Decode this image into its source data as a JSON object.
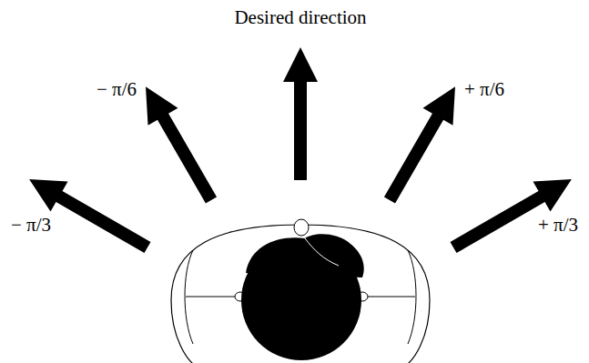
{
  "diagram": {
    "labels": [
      "Desired direction",
      "− π/6",
      "− π/3",
      "+ π/6",
      "+ π/3"
    ]
  }
}
